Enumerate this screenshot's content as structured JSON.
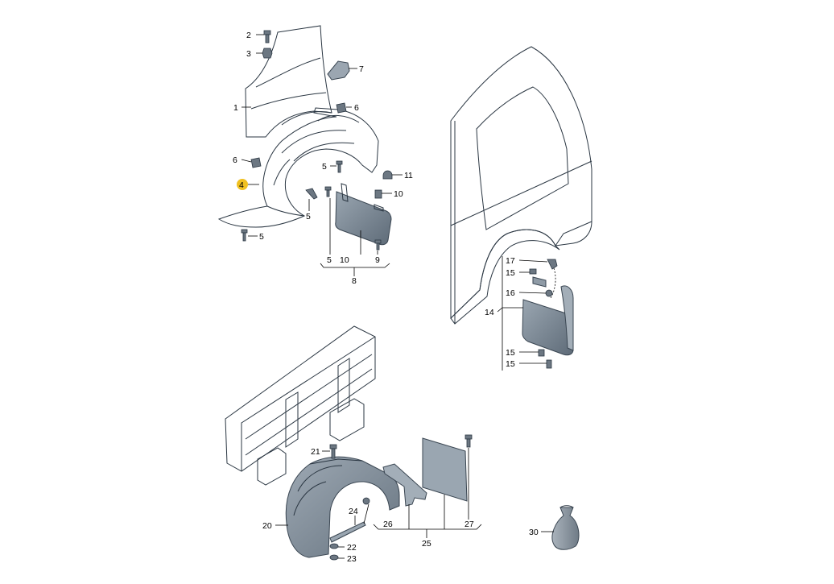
{
  "callouts": [
    {
      "id": "c2",
      "text": "2"
    },
    {
      "id": "c3",
      "text": "3"
    },
    {
      "id": "c7",
      "text": "7"
    },
    {
      "id": "c1",
      "text": "1"
    },
    {
      "id": "c6a",
      "text": "6"
    },
    {
      "id": "c6b",
      "text": "6"
    },
    {
      "id": "c5a",
      "text": "5"
    },
    {
      "id": "c11",
      "text": "11"
    },
    {
      "id": "c4",
      "text": "4"
    },
    {
      "id": "c10a",
      "text": "10"
    },
    {
      "id": "c5b",
      "text": "5"
    },
    {
      "id": "c5c",
      "text": "5"
    },
    {
      "id": "c9",
      "text": "9"
    },
    {
      "id": "c5d",
      "text": "5"
    },
    {
      "id": "c10b",
      "text": "10"
    },
    {
      "id": "c8",
      "text": "8"
    },
    {
      "id": "c17",
      "text": "17"
    },
    {
      "id": "c15a",
      "text": "15"
    },
    {
      "id": "c16",
      "text": "16"
    },
    {
      "id": "c14",
      "text": "14"
    },
    {
      "id": "c15b",
      "text": "15"
    },
    {
      "id": "c15c",
      "text": "15"
    },
    {
      "id": "c21",
      "text": "21"
    },
    {
      "id": "c20",
      "text": "20"
    },
    {
      "id": "c24",
      "text": "24"
    },
    {
      "id": "c26",
      "text": "26"
    },
    {
      "id": "c27",
      "text": "27"
    },
    {
      "id": "c22",
      "text": "22"
    },
    {
      "id": "c23",
      "text": "23"
    },
    {
      "id": "c25",
      "text": "25"
    },
    {
      "id": "c30",
      "text": "30"
    }
  ],
  "colors": {
    "highlight_part": "#f2cc5a",
    "highlight_badge": "#f0c020",
    "panel_gray": "#7f8c98",
    "body_gray": "#c3ccd6",
    "window_gray": "#8f9ba6",
    "fastener_gray": "#6c7782"
  }
}
